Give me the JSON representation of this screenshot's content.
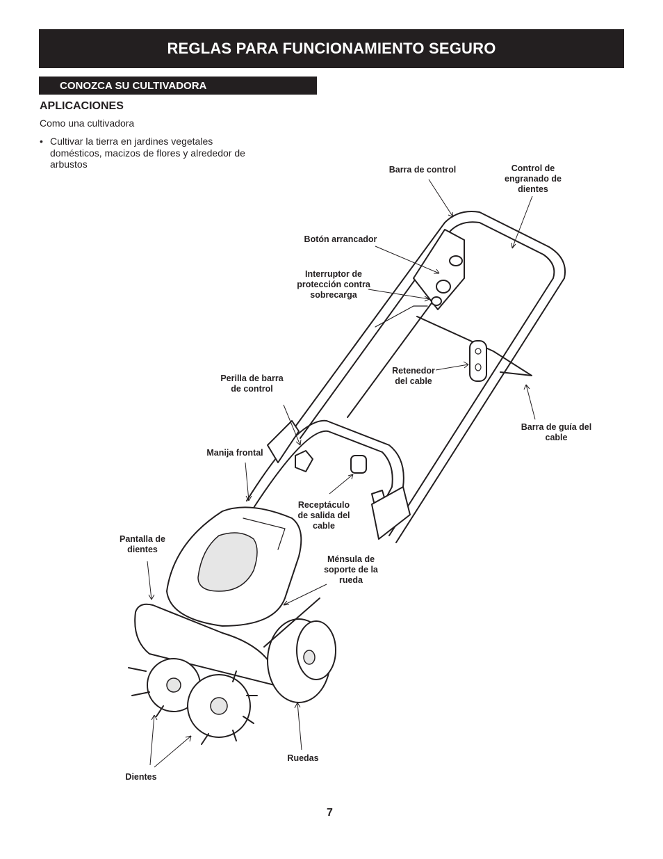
{
  "header": {
    "title": "REGLAS PARA FUNCIONAMIENTO SEGURO"
  },
  "section": {
    "title": "CONOZCA SU CULTIVADORA"
  },
  "applications": {
    "heading": "APLICACIONES",
    "subtitle": "Como una cultivadora",
    "bullet_symbol": "•",
    "bullets": [
      "Cultivar la tierra en jardines vegetales domésticos, macizos de flores y alrededor de arbustos"
    ]
  },
  "labels": {
    "control_bar": "Barra de control",
    "tine_engagement": "Control de\nengranado de\ndientes",
    "start_button": "Botón arrancador",
    "overload_switch": "Interruptor de\nprotección contra\nsobrecarga",
    "cord_retainer": "Retenedor\ndel cable",
    "control_bar_knob": "Perilla de barra\nde control",
    "cord_guide_bar": "Barra de guía del\ncable",
    "front_handle": "Manija frontal",
    "cord_outlet": "Receptáculo\nde salida del\ncable",
    "tine_shield": "Pantalla de\ndientes",
    "wheel_bracket": "Ménsula de\nsoporte de la\nrueda",
    "wheels": "Ruedas",
    "tines": "Dientes"
  },
  "page_number": "7"
}
